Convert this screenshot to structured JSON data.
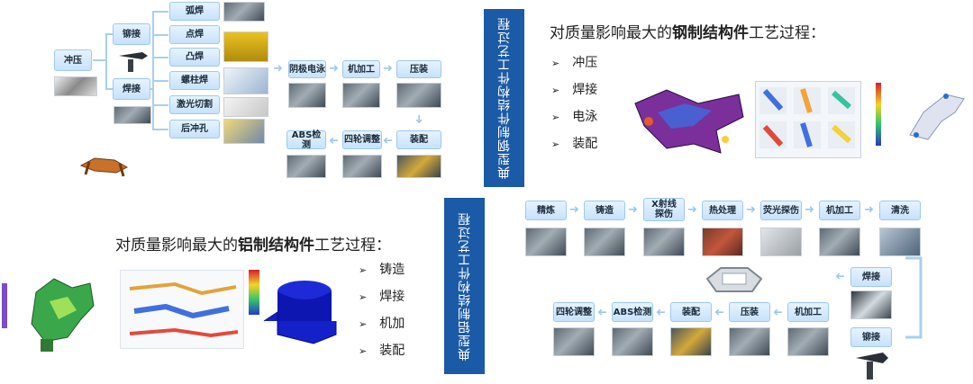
{
  "steel": {
    "banner": "典型钢制件结构件工艺过程",
    "heading_pre": "对质量影响最大的",
    "heading_bold": "钢制结构件",
    "heading_post": "工艺过程：",
    "bullets": [
      "冲压",
      "焊接",
      "电泳",
      "装配"
    ],
    "nodes": {
      "stamping": "冲压",
      "riveting": "铆接",
      "welding": "焊接",
      "arc_weld": "弧焊",
      "spot_weld": "点焊",
      "projection_weld": "凸焊",
      "stud_weld": "螺柱焊",
      "laser_cut": "激光切割",
      "post_punch": "后冲孔",
      "cathodic_ep": "阴极电泳",
      "machining": "机加工",
      "pressing": "压装",
      "assembly": "装配",
      "wheel_align": "四轮调整",
      "abs_test": "ABS检测"
    }
  },
  "aluminum": {
    "banner": "典型铝制结构件工艺过程",
    "heading_pre": "对质量影响最大的",
    "heading_bold": "铝制结构件",
    "heading_post": "工艺过程：",
    "bullets": [
      "铸造",
      "焊接",
      "机加",
      "装配"
    ],
    "nodes": {
      "refining": "精炼",
      "casting": "铸造",
      "xray_1": "X射线",
      "xray_2": "探伤",
      "heat_treat": "热处理",
      "fluor_inspect": "荧光探伤",
      "machining": "机加工",
      "cleaning": "清洗",
      "welding": "焊接",
      "riveting": "铆接",
      "machining2": "机加工",
      "pressing": "压装",
      "assembly": "装配",
      "abs_test": "ABS检测",
      "wheel_align": "四轮调整"
    }
  },
  "colors": {
    "banner": "#1b5aa6",
    "node_fill": "#d6ebfd",
    "arrow": "#9cc8ec"
  }
}
